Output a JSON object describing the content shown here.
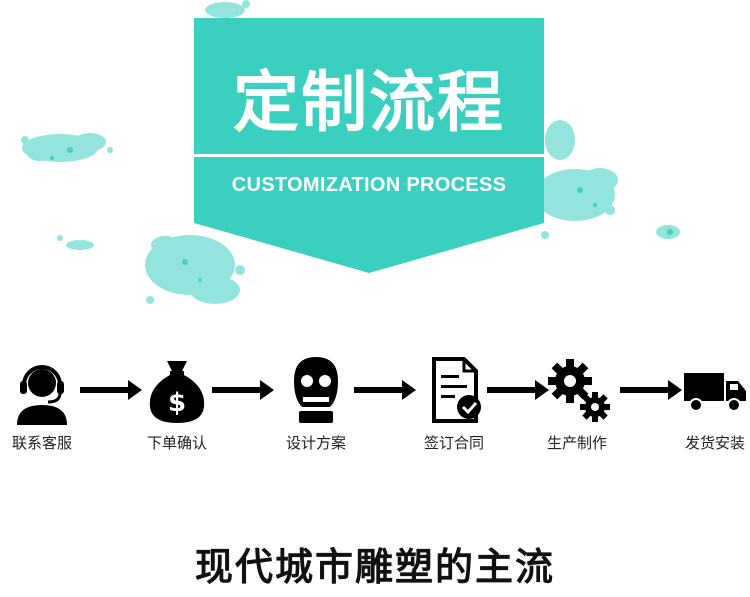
{
  "banner": {
    "title": "定制流程",
    "subtitle": "CUSTOMIZATION PROCESS",
    "color": "#3bcfc0"
  },
  "steps": [
    {
      "label": "联系客服",
      "icon": "customer-service-headset-icon"
    },
    {
      "label": "下单确认",
      "icon": "money-bag-icon"
    },
    {
      "label": "设计方案",
      "icon": "design-mask-icon"
    },
    {
      "label": "签订合同",
      "icon": "contract-document-icon"
    },
    {
      "label": "生产制作",
      "icon": "production-gears-icon"
    },
    {
      "label": "发货安装",
      "icon": "delivery-truck-icon"
    }
  ],
  "tagline": "现代城市雕塑的主流"
}
